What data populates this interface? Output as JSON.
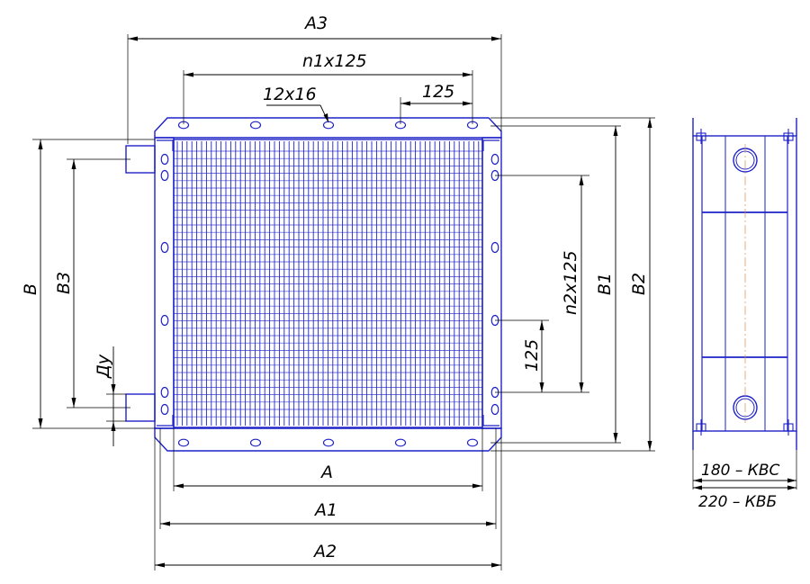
{
  "labels": {
    "a3": "A3",
    "n1x125": "n1x125",
    "hole_12x16": "12x16",
    "pitch_125_top": "125",
    "b": "B",
    "b3": "B3",
    "dy": "Ду",
    "n2x125": "n2x125",
    "b1": "B1",
    "b2": "B2",
    "pitch_125_right": "125",
    "a": "A",
    "a1": "A1",
    "a2": "A2",
    "kvs": "180 – КВС",
    "kvb": "220 – КВБ"
  },
  "colors": {
    "outline": "#1e22c8",
    "dimension": "#000000",
    "centerline": "#d98a4a"
  }
}
